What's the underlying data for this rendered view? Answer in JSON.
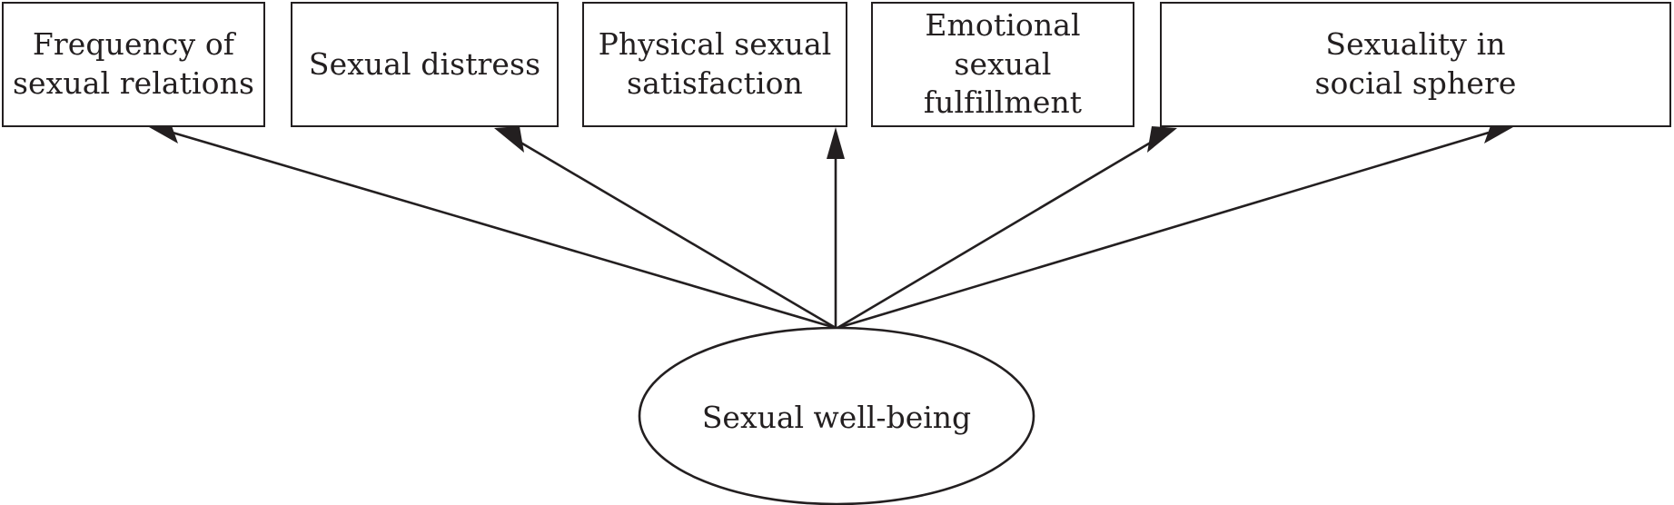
{
  "diagram": {
    "type": "path-diagram",
    "title": "",
    "latent_variable": {
      "label": "Sexual well-being",
      "shape": "ellipse"
    },
    "indicators": [
      {
        "id": "frequency-of-sexual-relations",
        "label": "Frequency of\nsexual relations"
      },
      {
        "id": "sexual-distress",
        "label": "Sexual distress"
      },
      {
        "id": "physical-sexual-satisfaction",
        "label": "Physical sexual\nsatisfaction"
      },
      {
        "id": "emotional-sexual-fulfillment",
        "label": "Emotional sexual\nfulfillment"
      },
      {
        "id": "sexuality-in-social-sphere",
        "label": "Sexuality in\nsocial sphere"
      }
    ],
    "arrows": [
      {
        "from": "latent",
        "to": "frequency-of-sexual-relations",
        "direction": "up-left"
      },
      {
        "from": "latent",
        "to": "sexual-distress",
        "direction": "up-left"
      },
      {
        "from": "latent",
        "to": "physical-sexual-satisfaction",
        "direction": "up"
      },
      {
        "from": "latent",
        "to": "emotional-sexual-fulfillment",
        "direction": "up-right"
      },
      {
        "from": "latent",
        "to": "sexuality-in-social-sphere",
        "direction": "up-right"
      }
    ],
    "colors": {
      "stroke": "#231f20",
      "background": "#ffffff",
      "text": "#231f20"
    }
  }
}
